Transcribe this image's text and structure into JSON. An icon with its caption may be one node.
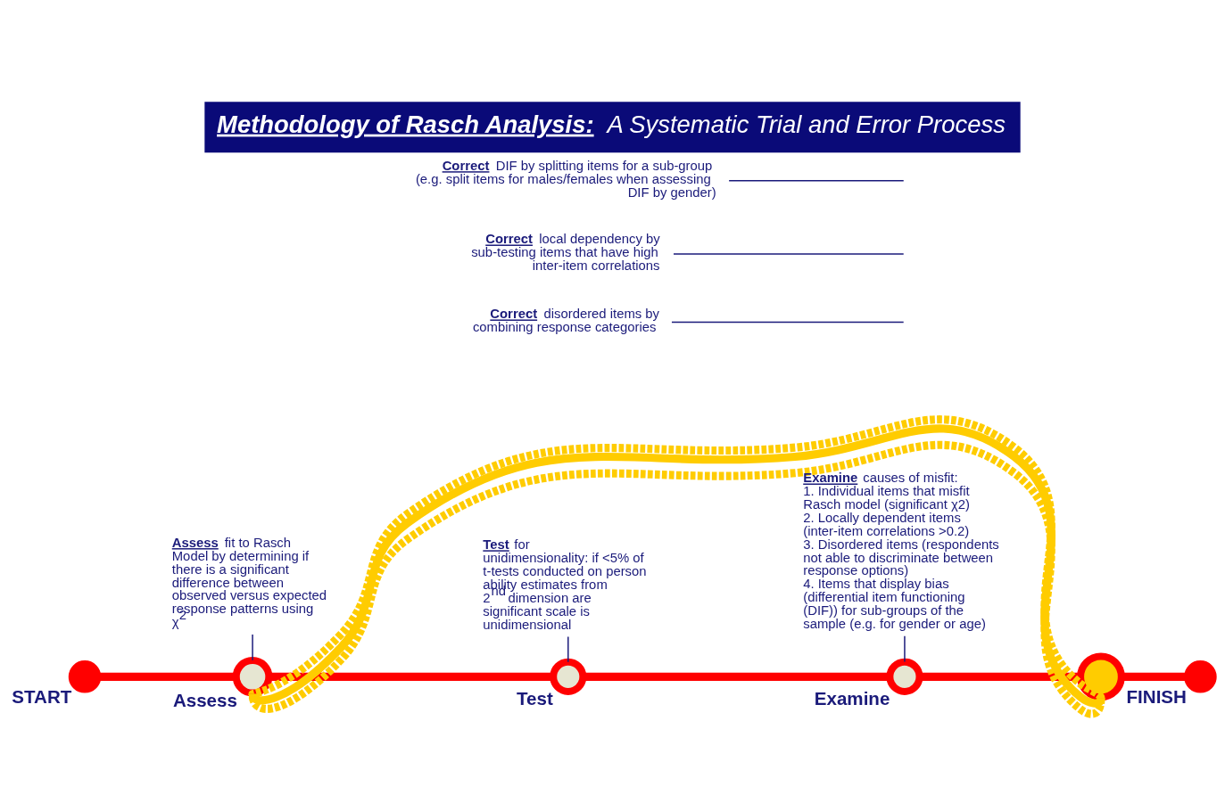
{
  "diagram": {
    "title": "**Methodology of Rasch Analysis:** A Systematic Trial and Error Process",
    "nodes": [
      {
        "text": [
          "START"
        ]
      },
      {
        "text": [
          "Assess"
        ]
      },
      {
        "text": [
          "Test"
        ]
      },
      {
        "text": [
          "Examine"
        ]
      },
      {
        "text": [],
        "shape": "circle"
      },
      {
        "text": [
          "FINISH"
        ]
      },
      {
        "text": [
          "**Assess** fit to Rasch Model by determining if there is a significant difference between observed versus expected response patterns using χ$^{2}$"
        ]
      },
      {
        "text": [
          "**Test** for unidimensionality: if <5% of t-tests conducted on person ability estimates from 2$^{nd}$ dimension are significant scale is unidimensional"
        ]
      },
      {
        "text": [
          "**Examine** causes of misfit:",
          "1. Individual items that misfit Rasch model (significant χ2)",
          "2. Locally dependent items (inter-item correlations >0.2)",
          "3. Disordered items (respondents not able to discriminate between response options)",
          "4. Items that display bias (differential item functioning (DIF)) for sub-groups of the sample (e.g. for gender or age)"
        ]
      },
      {
        "text": [
          "**Correct** disordered items by combining response categories"
        ]
      },
      {
        "text": [
          "**Correct** local dependency by sub-testing items that have high inter-item correlations"
        ]
      },
      {
        "text": [
          "**Correct** DIF by splitting items for a sub-group (e.g. split items for males/females when assessing DIF by gender)"
        ]
      }
    ],
    "edges": [
      {
        "from": 0,
        "to": 1,
        "arrow": "none",
        "color": "#ff0000"
      },
      {
        "from": 1,
        "to": 2,
        "arrow": "none",
        "color": "#ff0000"
      },
      {
        "from": 2,
        "to": 3,
        "arrow": "none",
        "color": "#ff0000"
      },
      {
        "from": 3,
        "to": 4,
        "arrow": "none",
        "color": "#ff0000"
      },
      {
        "from": 4,
        "to": 5,
        "arrow": "none",
        "color": "#ff0000"
      },
      {
        "from": 4,
        "to": 1,
        "arrow": "none",
        "color": "#ffcc00"
      },
      {
        "from": 4,
        "to": 1,
        "arrow": "none",
        "style": "dashed",
        "color": "#ffcc00"
      },
      {
        "from": 4,
        "to": 1,
        "arrow": "none",
        "style": "dashed",
        "color": "#ffcc00"
      },
      {
        "from": 6,
        "to": 1,
        "arrow": "none"
      },
      {
        "from": 7,
        "to": 2,
        "arrow": "none"
      },
      {
        "from": 8,
        "to": 3,
        "arrow": "none"
      },
      {
        "from": 9,
        "to": null,
        "arrow": "none"
      },
      {
        "from": 10,
        "to": null,
        "arrow": "none"
      },
      {
        "from": 11,
        "to": null,
        "arrow": "none"
      }
    ]
  }
}
